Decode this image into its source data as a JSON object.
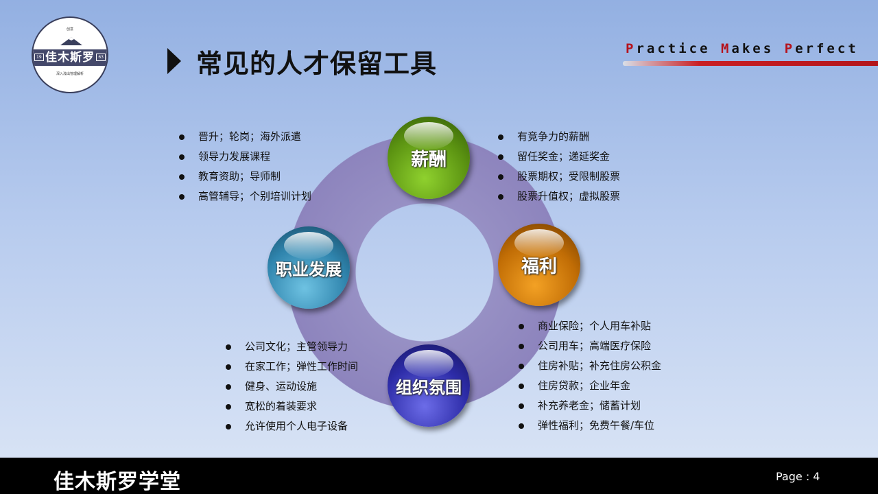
{
  "logo": {
    "name": "佳木斯罗",
    "top_text": "创意",
    "year_left": "19",
    "year_right": "63",
    "sub_text": "深入浅出管理解析"
  },
  "header": {
    "title": "常见的人才保留工具",
    "tagline_parts": [
      {
        "cap": "P",
        "rest": "ractice "
      },
      {
        "cap": "M",
        "rest": "akes "
      },
      {
        "cap": "P",
        "rest": "erfect"
      }
    ]
  },
  "diagram": {
    "nodes": {
      "top": "薪酬",
      "right": "福利",
      "left": "职业发展",
      "bottom": "组织氛围"
    },
    "lists": {
      "top_left": [
        "晋升；轮岗；海外派遣",
        "领导力发展课程",
        "教育资助；导师制",
        "高管辅导；个别培训计划"
      ],
      "top_right": [
        "有竞争力的薪酬",
        "留任奖金；递延奖金",
        "股票期权；受限制股票",
        "股票升值权；虚拟股票"
      ],
      "bottom_left": [
        "公司文化；主管领导力",
        "在家工作；弹性工作时间",
        "健身、运动设施",
        "宽松的着装要求",
        "允许使用个人电子设备"
      ],
      "bottom_right": [
        "商业保险；个人用车补贴",
        "公司用车；高端医疗保险",
        "住房补贴；补充住房公积金",
        "住房贷款；企业年金",
        "补充养老金；储蓄计划",
        "弹性福利；免费午餐/车位"
      ]
    }
  },
  "footer": {
    "title": "佳木斯罗学堂",
    "page": "Page : 4"
  },
  "colors": {
    "accent_red": "#b5121b",
    "ball_green": "#5c9412",
    "ball_orange": "#c16d05",
    "ball_blue": "#2f84ad",
    "ball_purple": "#2d2ca8",
    "ring": "#8d84bd"
  }
}
